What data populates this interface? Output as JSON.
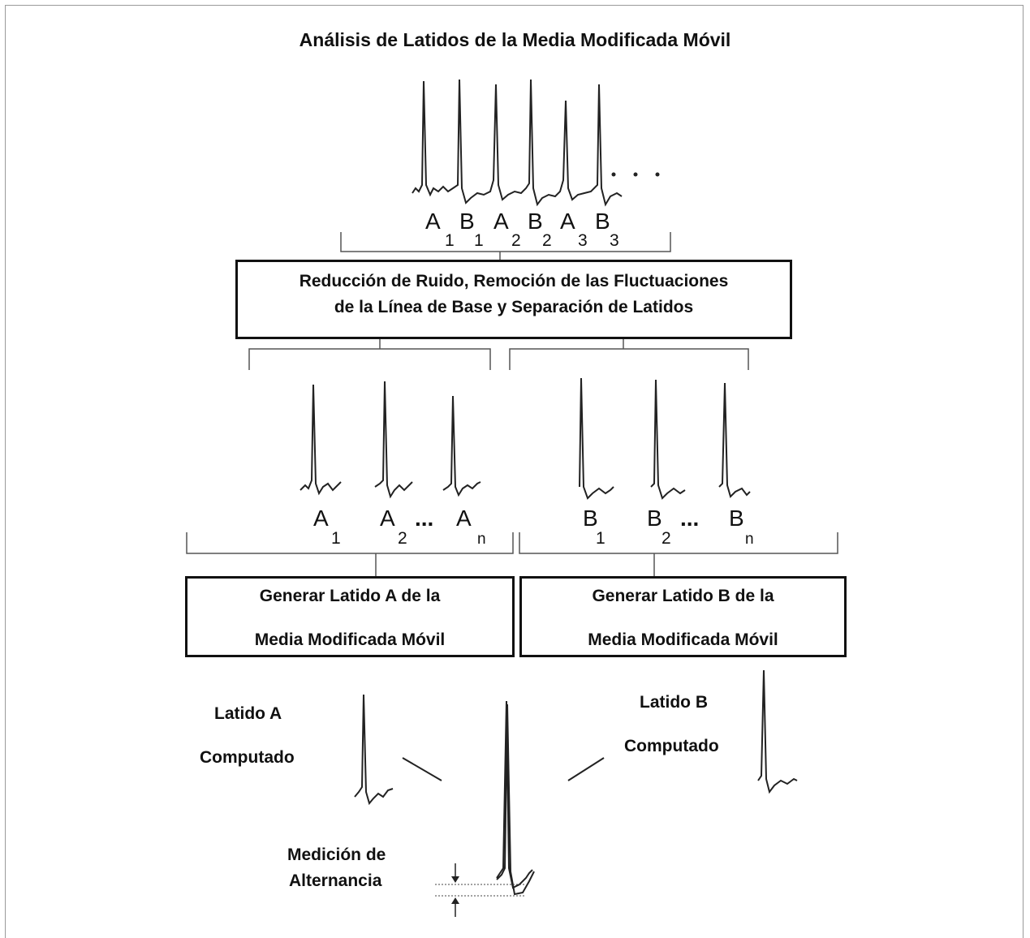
{
  "title": "Análisis de Latidos de la Media Modificada Móvil",
  "top_sequence": {
    "labels": [
      {
        "letter": "A",
        "sub": "1"
      },
      {
        "letter": "B",
        "sub": "1"
      },
      {
        "letter": "A",
        "sub": "2"
      },
      {
        "letter": "B",
        "sub": "2"
      },
      {
        "letter": "A",
        "sub": "3"
      },
      {
        "letter": "B",
        "sub": "3"
      }
    ],
    "ellipsis": ". . ."
  },
  "noise_box": {
    "line1": "Reducción de Ruido, Remoción de las Fluctuaciones",
    "line2": "de la Línea de Base y  Separación de Latidos"
  },
  "group_a": {
    "labels": [
      {
        "letter": "A",
        "sub": "1"
      },
      {
        "letter": "A",
        "sub": "2"
      },
      {
        "letter": "A",
        "sub": "n"
      }
    ],
    "ellipsis": "..."
  },
  "group_b": {
    "labels": [
      {
        "letter": "B",
        "sub": "1"
      },
      {
        "letter": "B",
        "sub": "2"
      },
      {
        "letter": "B",
        "sub": "n"
      }
    ],
    "ellipsis": "..."
  },
  "box_a": {
    "line1": "Generar Latido A de la",
    "line2": "Media Modificada Móvil"
  },
  "box_b": {
    "line1": "Generar Latido B de la",
    "line2": "Media Modificada Móvil"
  },
  "computed_a": {
    "line1": "Latido A",
    "line2": "Computado"
  },
  "computed_b": {
    "line1": "Latido B",
    "line2": "Computado"
  },
  "alternans": {
    "line1": "Medición de",
    "line2": "Alternancia"
  }
}
